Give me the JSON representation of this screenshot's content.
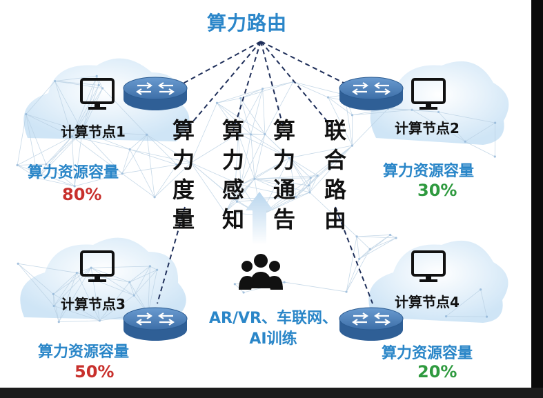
{
  "title": "算力路由",
  "nodes": [
    {
      "label": "计算节点1",
      "capacity_label": "算力资源容量",
      "capacity": "80%",
      "capacity_value": 0.8,
      "color": "#c8302c"
    },
    {
      "label": "计算节点2",
      "capacity_label": "算力资源容量",
      "capacity": "30%",
      "capacity_value": 0.3,
      "color": "#2f9a3f"
    },
    {
      "label": "计算节点3",
      "capacity_label": "算力资源容量",
      "capacity": "50%",
      "capacity_value": 0.5,
      "color": "#c8302c"
    },
    {
      "label": "计算节点4",
      "capacity_label": "算力资源容量",
      "capacity": "20%",
      "capacity_value": 0.2,
      "color": "#2f9a3f"
    }
  ],
  "functions": [
    "算\n力\n度\n量",
    "算\n力\n感\n知",
    "算\n力\n通\n告",
    "联\n合\n路\n由"
  ],
  "applications": "AR/VR、车联网、AI训练",
  "icons": {
    "node": "monitor-icon",
    "router": "router-icon",
    "cloud": "cloud-icon",
    "users": "users-group-icon",
    "arrow": "up-arrow-icon"
  },
  "colors": {
    "accent_blue": "#2a86c8",
    "router_blue": "#3a6ea5",
    "cloud_blue": "#d6e9f7",
    "high_usage": "#c8302c",
    "low_usage": "#2f9a3f"
  }
}
